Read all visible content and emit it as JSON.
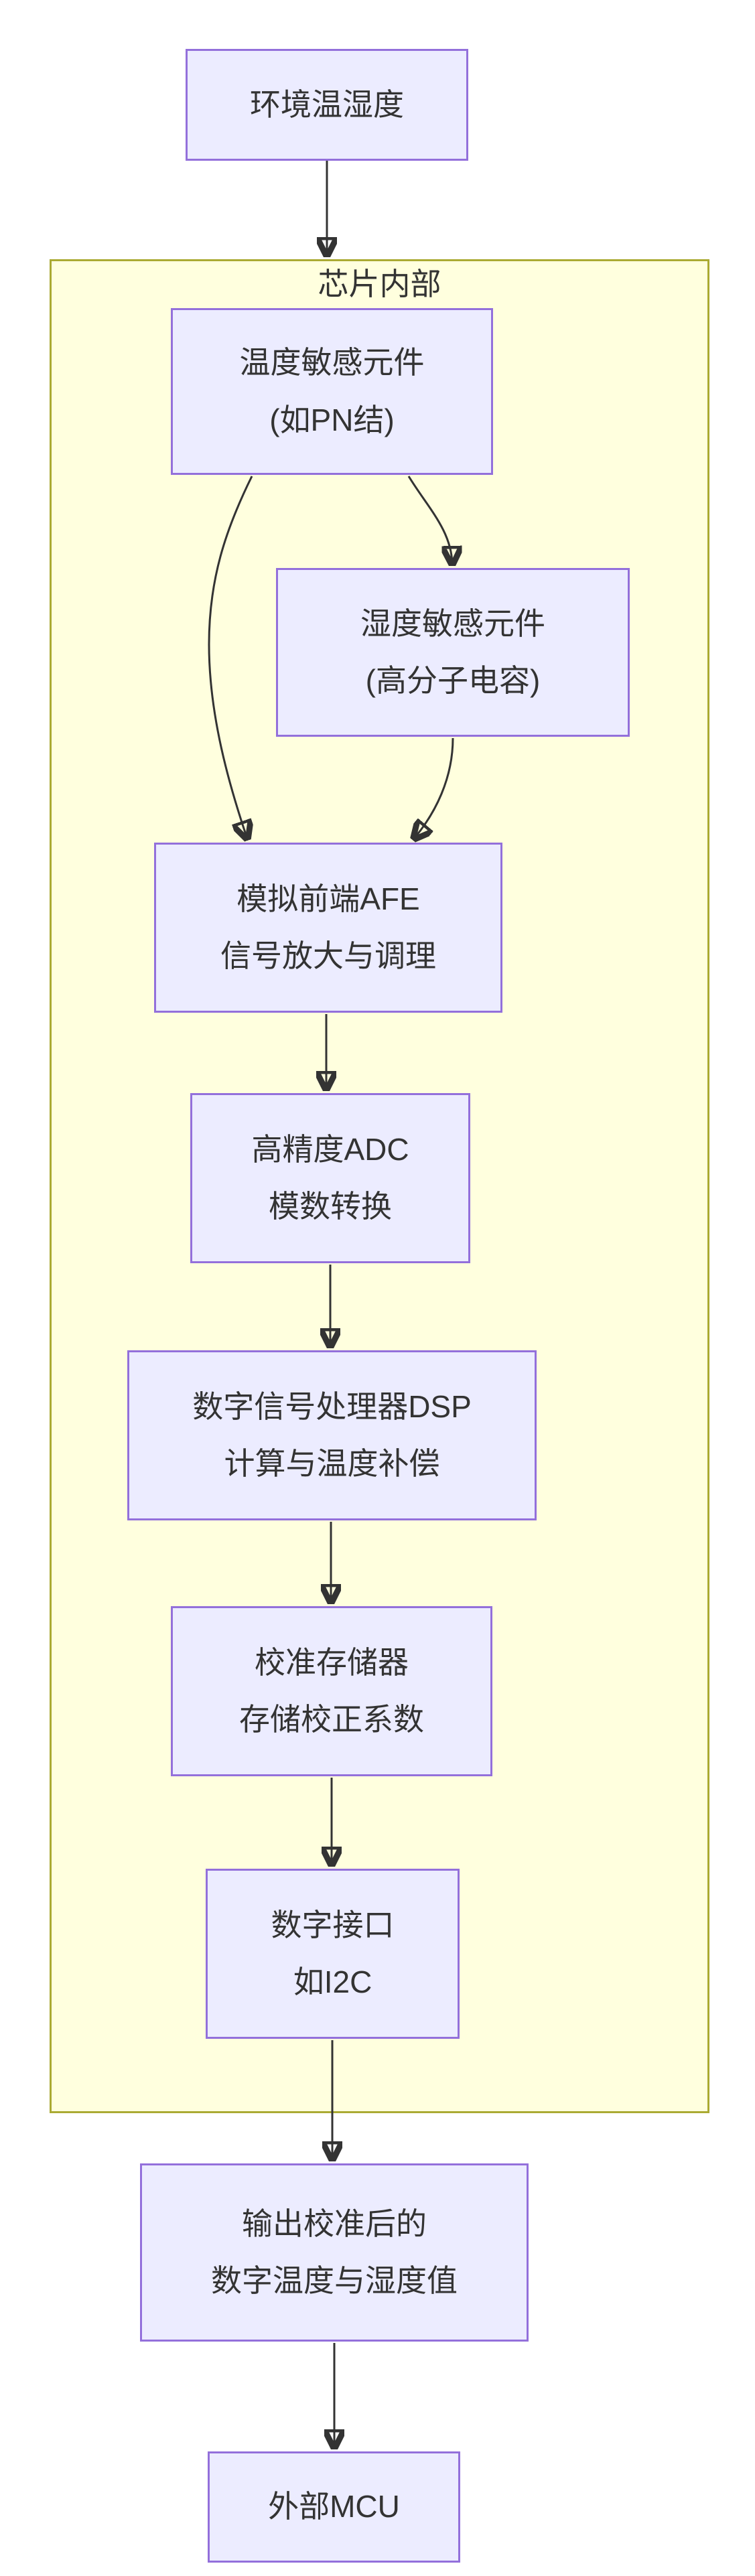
{
  "diagram": {
    "type": "flowchart",
    "direction": "top-down",
    "cluster": {
      "label": "芯片内部"
    },
    "nodes": {
      "env": {
        "lines": [
          "环境温湿度"
        ]
      },
      "temp": {
        "lines": [
          "温度敏感元件",
          "(如PN结)"
        ]
      },
      "hum": {
        "lines": [
          "湿度敏感元件",
          "(高分子电容)"
        ]
      },
      "afe": {
        "lines": [
          "模拟前端AFE",
          "信号放大与调理"
        ]
      },
      "adc": {
        "lines": [
          "高精度ADC",
          "模数转换"
        ]
      },
      "dsp": {
        "lines": [
          "数字信号处理器DSP",
          "计算与温度补偿"
        ]
      },
      "cal": {
        "lines": [
          "校准存储器",
          "存储校正系数"
        ]
      },
      "iface": {
        "lines": [
          "数字接口",
          "如I2C"
        ]
      },
      "out": {
        "lines": [
          "输出校准后的",
          "数字温度与湿度值"
        ]
      },
      "mcu": {
        "lines": [
          "外部MCU"
        ]
      }
    },
    "edges": [
      {
        "from": "环境温湿度",
        "to": "芯片内部"
      },
      {
        "from": "温度敏感元件",
        "to": "湿度敏感元件"
      },
      {
        "from": "温度敏感元件",
        "to": "模拟前端AFE"
      },
      {
        "from": "湿度敏感元件",
        "to": "模拟前端AFE"
      },
      {
        "from": "模拟前端AFE",
        "to": "高精度ADC"
      },
      {
        "from": "高精度ADC",
        "to": "数字信号处理器DSP"
      },
      {
        "from": "数字信号处理器DSP",
        "to": "校准存储器"
      },
      {
        "from": "校准存储器",
        "to": "数字接口"
      },
      {
        "from": "数字接口",
        "to": "输出校准后的数字温度与湿度值"
      },
      {
        "from": "输出校准后的数字温度与湿度值",
        "to": "外部MCU"
      }
    ],
    "colors": {
      "node_fill": "#ECECFF",
      "node_border": "#9370DB",
      "cluster_fill": "#FFFFDE",
      "cluster_border": "#AAAA33",
      "edge": "#333333",
      "text": "#333333",
      "background": "#FFFFFF"
    }
  }
}
